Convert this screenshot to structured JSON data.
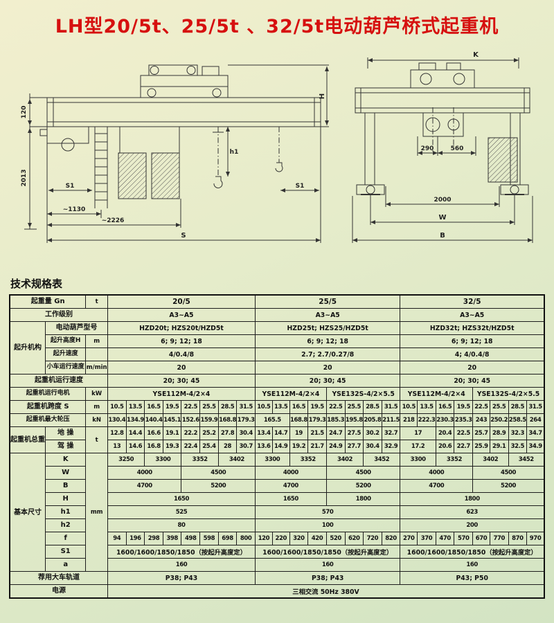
{
  "page": {
    "title": "LH型20/5t、25/5t 、32/5t电动葫芦桥式起重机",
    "table_heading": "技术规格表"
  },
  "drawings": {
    "left": {
      "dim_120": "120",
      "dim_2013": "2013",
      "dim_s1_left": "S1",
      "dim_s1_right": "S1",
      "dim_1130": "~1130",
      "dim_2226": "~2226",
      "dim_S": "S",
      "dim_H": "H",
      "dim_h1": "h1"
    },
    "right": {
      "dim_K": "K",
      "dim_290": "290",
      "dim_560": "560",
      "dim_2000": "2000",
      "dim_W": "W",
      "dim_B": "B"
    }
  },
  "table": {
    "rows": [
      {
        "cells": [
          {
            "t": "起重量 Gn",
            "c": 2,
            "cls": "lbl"
          },
          {
            "t": "t",
            "cls": "unit"
          },
          {
            "t": "20/5",
            "c": 8,
            "cls": "head"
          },
          {
            "t": "25/5",
            "c": 8,
            "cls": "head"
          },
          {
            "t": "32/5",
            "c": 8,
            "cls": "head"
          }
        ]
      },
      {
        "cells": [
          {
            "t": "工作级别",
            "c": 3,
            "cls": "lbl"
          },
          {
            "t": "A3~A5",
            "c": 8,
            "cls": "txt"
          },
          {
            "t": "A3~A5",
            "c": 8,
            "cls": "txt"
          },
          {
            "t": "A3~A5",
            "c": 8,
            "cls": "txt"
          }
        ]
      },
      {
        "cells": [
          {
            "t": "起升机构",
            "r": 4,
            "cls": "vert"
          },
          {
            "t": "电动葫芦型号",
            "c": 2,
            "cls": "lbl"
          },
          {
            "t": "HZD20t; HZS20t/HZD5t",
            "c": 8,
            "cls": "txt"
          },
          {
            "t": "HZD25t; HZS25/HZD5t",
            "c": 8,
            "cls": "txt"
          },
          {
            "t": "HZD32t; HZS32t/HZD5t",
            "c": 8,
            "cls": "txt"
          }
        ]
      },
      {
        "cells": [
          {
            "t": "起升高度H",
            "cls": "lbl sm"
          },
          {
            "t": "m",
            "cls": "unit"
          },
          {
            "t": "6; 9; 12; 18",
            "c": 8,
            "cls": "txt"
          },
          {
            "t": "6; 9; 12; 18",
            "c": 8,
            "cls": "txt"
          },
          {
            "t": "6; 9; 12; 18",
            "c": 8,
            "cls": "txt"
          }
        ]
      },
      {
        "cells": [
          {
            "t": "起升速度",
            "cls": "lbl sm"
          },
          {
            "t": "",
            "cls": "unit"
          },
          {
            "t": "4/0.4/8",
            "c": 8,
            "cls": "txt"
          },
          {
            "t": "2.7; 2.7/0.27/8",
            "c": 8,
            "cls": "txt"
          },
          {
            "t": "4; 4/0.4/8",
            "c": 8,
            "cls": "txt"
          }
        ]
      },
      {
        "cells": [
          {
            "t": "小车运行速度",
            "cls": "lbl sm"
          },
          {
            "t": "m/min",
            "cls": "unit"
          },
          {
            "t": "20",
            "c": 8,
            "cls": "txt"
          },
          {
            "t": "20",
            "c": 8,
            "cls": "txt"
          },
          {
            "t": "20",
            "c": 8,
            "cls": "txt"
          }
        ]
      },
      {
        "cells": [
          {
            "t": "起重机运行速度",
            "c": 3,
            "cls": "lbl"
          },
          {
            "t": "20; 30; 45",
            "c": 8,
            "cls": "txt"
          },
          {
            "t": "20; 30; 45",
            "c": 8,
            "cls": "txt"
          },
          {
            "t": "20; 30; 45",
            "c": 8,
            "cls": "txt"
          }
        ]
      },
      {
        "cells": [
          {
            "t": "起重机运行电机",
            "c": 2,
            "cls": "lbl sm"
          },
          {
            "t": "kW",
            "cls": "unit"
          },
          {
            "t": "YSE112M-4/2×4",
            "c": 8,
            "cls": "txt"
          },
          {
            "t": "YSE112M-4/2×4",
            "c": 4,
            "cls": "txt"
          },
          {
            "t": "YSE132S-4/2×5.5",
            "c": 4,
            "cls": "txt"
          },
          {
            "t": "YSE112M-4/2×4",
            "c": 4,
            "cls": "txt"
          },
          {
            "t": "YSE132S-4/2×5.5",
            "c": 4,
            "cls": "txt"
          }
        ]
      },
      {
        "cells": [
          {
            "t": "起重机跨度 S",
            "c": 2,
            "cls": "lbl"
          },
          {
            "t": "m",
            "cls": "unit"
          },
          "10.5",
          "13.5",
          "16.5",
          "19.5",
          "22.5",
          "25.5",
          "28.5",
          "31.5",
          "10.5",
          "13.5",
          "16.5",
          "19.5",
          "22.5",
          "25.5",
          "28.5",
          "31.5",
          "10.5",
          "13.5",
          "16.5",
          "19.5",
          "22.5",
          "25.5",
          "28.5",
          "31.5"
        ]
      },
      {
        "cells": [
          {
            "t": "起重机最大轮压",
            "c": 2,
            "cls": "lbl sm"
          },
          {
            "t": "kN",
            "cls": "unit"
          },
          "130.4",
          "134.9",
          "140.4",
          "145.1",
          "152.6",
          "159.9",
          "168.8",
          "179.3",
          {
            "t": "165.5",
            "c": 2
          },
          "168.8",
          "179.3",
          "185.3",
          "195.8",
          "205.8",
          "211.5",
          "218",
          "222.3",
          "230.3",
          "235.3",
          "243",
          "250.2",
          "258.5",
          "264"
        ]
      },
      {
        "cells": [
          {
            "t": "起重机总重",
            "r": 2,
            "cls": "vert"
          },
          {
            "t": "地 操",
            "cls": "lbl"
          },
          {
            "t": "t",
            "r": 2,
            "cls": "unit"
          },
          "12.8",
          "14.4",
          "16.6",
          "19.1",
          "22.2",
          "25.2",
          "27.8",
          "30.4",
          "13.4",
          "14.7",
          "19",
          "21.5",
          "24.7",
          "27.5",
          "30.2",
          "32.7",
          {
            "t": "17",
            "c": 2
          },
          "20.4",
          "22.5",
          "25.7",
          "28.9",
          "32.3",
          "34.7"
        ]
      },
      {
        "cells": [
          {
            "t": "驾 操",
            "cls": "lbl"
          },
          "13",
          "14.6",
          "16.8",
          "19.3",
          "22.4",
          "25.4",
          "28",
          "30.7",
          "13.6",
          "14.9",
          "19.2",
          "21.7",
          "24.9",
          "27.7",
          "30.4",
          "32.9",
          {
            "t": "17.2",
            "c": 2
          },
          "20.6",
          "22.7",
          "25.9",
          "29.1",
          "32.5",
          "34.9"
        ]
      },
      {
        "cells": [
          {
            "t": "基本尺寸",
            "r": 9,
            "cls": "vert"
          },
          {
            "t": "K",
            "cls": "lbl"
          },
          {
            "t": "mm",
            "r": 9,
            "cls": "unit"
          },
          {
            "t": "3250",
            "c": 2
          },
          {
            "t": "3300",
            "c": 2
          },
          {
            "t": "3352",
            "c": 2
          },
          {
            "t": "3402",
            "c": 2
          },
          {
            "t": "3300",
            "c": 2
          },
          {
            "t": "3352",
            "c": 2
          },
          {
            "t": "3402",
            "c": 2
          },
          {
            "t": "3452",
            "c": 2
          },
          {
            "t": "3300",
            "c": 2
          },
          {
            "t": "3352",
            "c": 2
          },
          {
            "t": "3402",
            "c": 2
          },
          {
            "t": "3452",
            "c": 2
          }
        ]
      },
      {
        "cells": [
          {
            "t": "W",
            "cls": "lbl"
          },
          {
            "t": "4000",
            "c": 4
          },
          {
            "t": "4500",
            "c": 4
          },
          {
            "t": "4000",
            "c": 4
          },
          {
            "t": "4500",
            "c": 4
          },
          {
            "t": "4000",
            "c": 4
          },
          {
            "t": "4500",
            "c": 4
          }
        ]
      },
      {
        "cells": [
          {
            "t": "B",
            "cls": "lbl"
          },
          {
            "t": "4700",
            "c": 4
          },
          {
            "t": "5200",
            "c": 4
          },
          {
            "t": "4700",
            "c": 4
          },
          {
            "t": "5200",
            "c": 4
          },
          {
            "t": "4700",
            "c": 4
          },
          {
            "t": "5200",
            "c": 4
          }
        ]
      },
      {
        "cells": [
          {
            "t": "H",
            "cls": "lbl"
          },
          {
            "t": "1650",
            "c": 8
          },
          {
            "t": "1650",
            "c": 4
          },
          {
            "t": "1800",
            "c": 4
          },
          {
            "t": "1800",
            "c": 8
          }
        ]
      },
      {
        "cells": [
          {
            "t": "h1",
            "cls": "lbl"
          },
          {
            "t": "525",
            "c": 8
          },
          {
            "t": "570",
            "c": 8
          },
          {
            "t": "623",
            "c": 8
          }
        ]
      },
      {
        "cells": [
          {
            "t": "h2",
            "cls": "lbl"
          },
          {
            "t": "80",
            "c": 8
          },
          {
            "t": "100",
            "c": 8
          },
          {
            "t": "200",
            "c": 8
          }
        ]
      },
      {
        "cells": [
          {
            "t": "f",
            "cls": "lbl"
          },
          "94",
          "196",
          "298",
          "398",
          "498",
          "598",
          "698",
          "800",
          "120",
          "220",
          "320",
          "420",
          "520",
          "620",
          "720",
          "820",
          "270",
          "370",
          "470",
          "570",
          "670",
          "770",
          "870",
          "970"
        ]
      },
      {
        "cells": [
          {
            "t": "S1",
            "cls": "lbl"
          },
          {
            "t": "1600/1600/1850/1850（按起升高度定）",
            "c": 8,
            "cls": "txt"
          },
          {
            "t": "1600/1600/1850/1850（按起升高度定）",
            "c": 8,
            "cls": "txt"
          },
          {
            "t": "1600/1600/1850/1850（按起升高度定）",
            "c": 8,
            "cls": "txt"
          }
        ]
      },
      {
        "cells": [
          {
            "t": "a",
            "cls": "lbl"
          },
          {
            "t": "160",
            "c": 8
          },
          {
            "t": "160",
            "c": 8
          },
          {
            "t": "160",
            "c": 8
          }
        ]
      },
      {
        "cells": [
          {
            "t": "荐用大车轨道",
            "c": 3,
            "cls": "lbl"
          },
          {
            "t": "P38; P43",
            "c": 8,
            "cls": "txt"
          },
          {
            "t": "P38; P43",
            "c": 8,
            "cls": "txt"
          },
          {
            "t": "P43; P50",
            "c": 8,
            "cls": "txt"
          }
        ]
      },
      {
        "cells": [
          {
            "t": "电源",
            "c": 3,
            "cls": "lbl"
          },
          {
            "t": "三相交流  50Hz  380V",
            "c": 24,
            "cls": "txt"
          }
        ]
      }
    ]
  }
}
